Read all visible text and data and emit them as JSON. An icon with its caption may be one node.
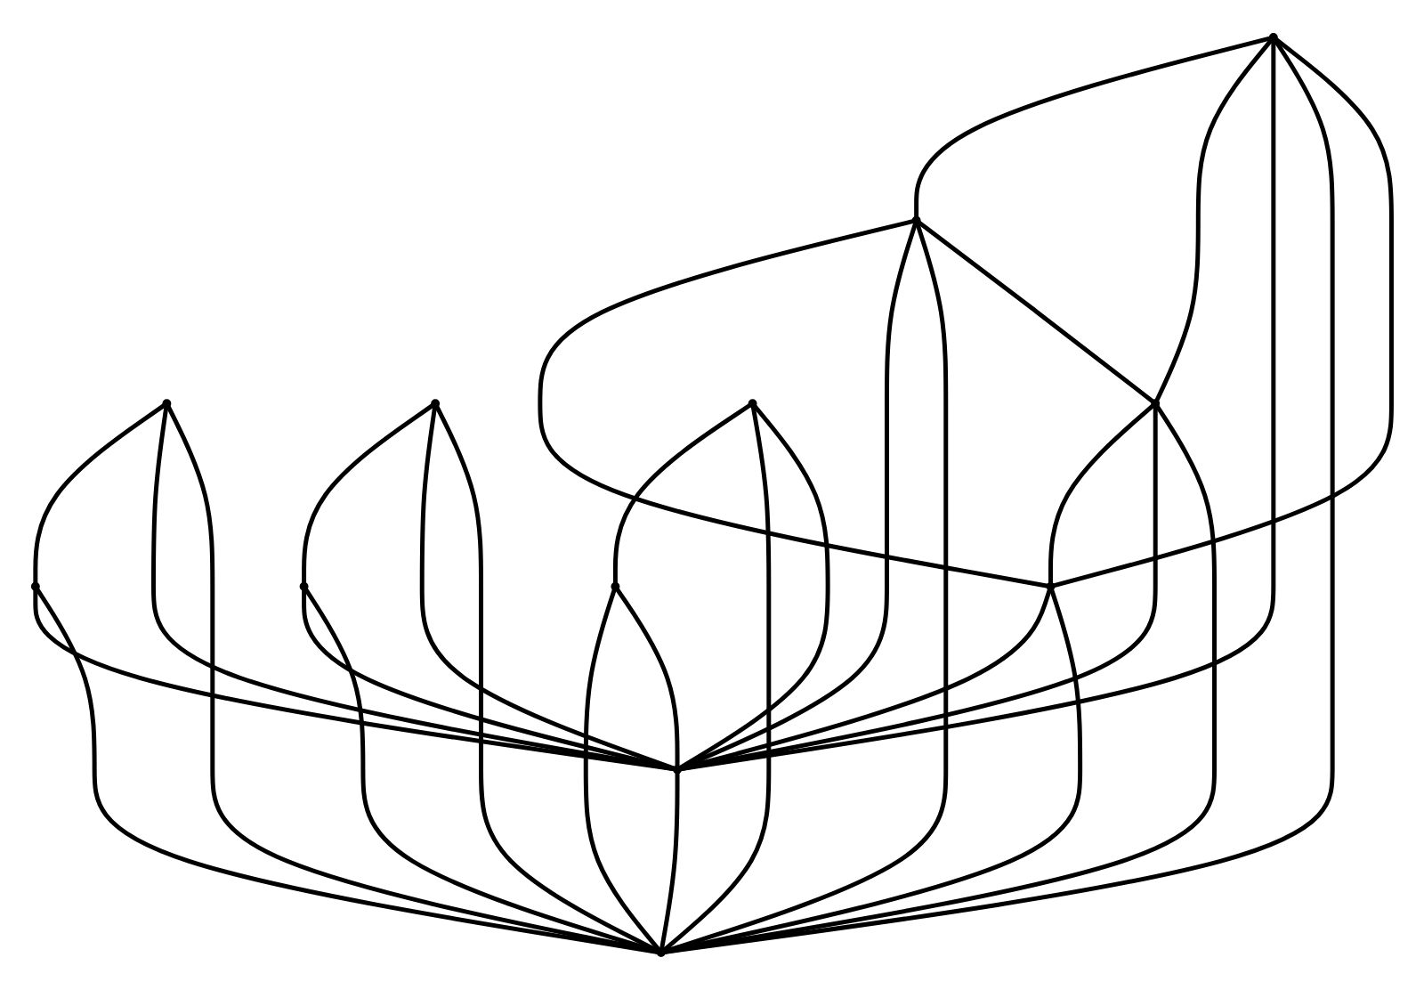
{
  "diagram": {
    "nodes": [
      {
        "text": [],
        "shape": "circle"
      },
      {
        "text": [],
        "shape": "circle"
      },
      {
        "text": [],
        "shape": "circle"
      },
      {
        "text": [],
        "shape": "circle"
      },
      {
        "text": [],
        "shape": "circle"
      },
      {
        "text": [],
        "shape": "circle"
      },
      {
        "text": [],
        "shape": "circle"
      },
      {
        "text": [],
        "shape": "circle"
      },
      {
        "text": [],
        "shape": "circle"
      },
      {
        "text": [],
        "shape": "circle"
      },
      {
        "text": [],
        "shape": "circle"
      },
      {
        "text": [],
        "shape": "circle"
      }
    ],
    "edges": [
      {
        "from": 0,
        "to": 1,
        "arrow": "none"
      },
      {
        "from": 0,
        "to": 8,
        "arrow": "none"
      },
      {
        "from": 1,
        "to": 9,
        "arrow": "none"
      },
      {
        "from": 8,
        "to": 9,
        "arrow": "none"
      },
      {
        "from": 2,
        "to": 6,
        "arrow": "none"
      },
      {
        "from": 3,
        "to": 7,
        "arrow": "none"
      },
      {
        "from": 10,
        "to": 11,
        "arrow": "none"
      },
      {
        "from": 4,
        "to": 5,
        "arrow": "none"
      },
      {
        "from": 0,
        "to": 4,
        "arrow": "none"
      },
      {
        "from": 0,
        "to": 5,
        "arrow": "none"
      },
      {
        "from": 0,
        "to": 9,
        "arrow": "none"
      },
      {
        "from": 1,
        "to": 4,
        "arrow": "none"
      },
      {
        "from": 1,
        "to": 5,
        "arrow": "none"
      },
      {
        "from": 1,
        "to": 8,
        "arrow": "none"
      },
      {
        "from": 2,
        "to": 4,
        "arrow": "none"
      },
      {
        "from": 2,
        "to": 5,
        "arrow": "none"
      },
      {
        "from": 3,
        "to": 4,
        "arrow": "none"
      },
      {
        "from": 3,
        "to": 5,
        "arrow": "none"
      },
      {
        "from": 6,
        "to": 4,
        "arrow": "none"
      },
      {
        "from": 6,
        "to": 5,
        "arrow": "none"
      },
      {
        "from": 7,
        "to": 4,
        "arrow": "none"
      },
      {
        "from": 7,
        "to": 5,
        "arrow": "none"
      },
      {
        "from": 8,
        "to": 4,
        "arrow": "none"
      },
      {
        "from": 8,
        "to": 5,
        "arrow": "none"
      },
      {
        "from": 9,
        "to": 4,
        "arrow": "none"
      },
      {
        "from": 9,
        "to": 5,
        "arrow": "none"
      },
      {
        "from": 10,
        "to": 5,
        "arrow": "none"
      },
      {
        "from": 11,
        "to": 5,
        "arrow": "none"
      },
      {
        "from": 10,
        "to": 4,
        "arrow": "none"
      },
      {
        "from": 11,
        "to": 4,
        "arrow": "none"
      }
    ]
  }
}
